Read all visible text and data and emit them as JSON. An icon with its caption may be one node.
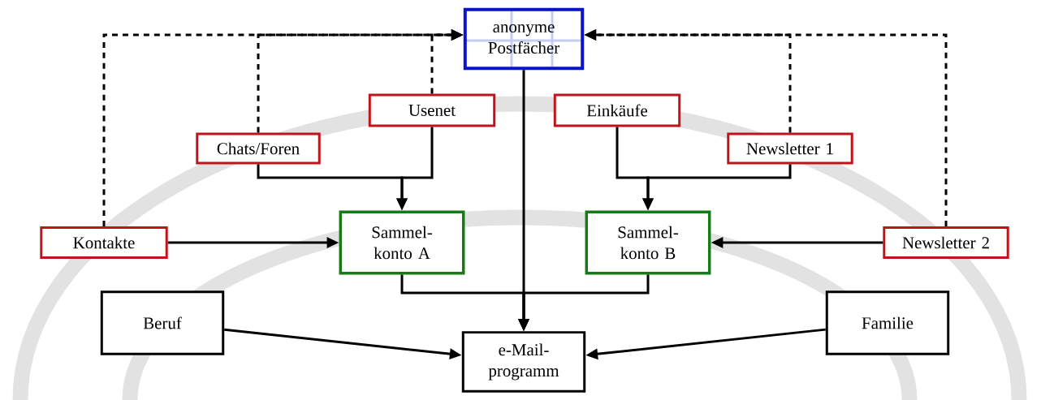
{
  "diagram": {
    "nodes": [
      {
        "text": [
          "anonyme Postfächer"
        ]
      },
      {
        "text": [
          "Chats/Foren"
        ]
      },
      {
        "text": [
          "Usenet"
        ]
      },
      {
        "text": [
          "Einkäufe"
        ]
      },
      {
        "text": [
          "Newsletter 1"
        ]
      },
      {
        "text": [
          "Kontakte"
        ]
      },
      {
        "text": [
          "Sammel- konto A"
        ]
      },
      {
        "text": [
          "Sammel- konto B"
        ]
      },
      {
        "text": [
          "Newsletter 2"
        ]
      },
      {
        "text": [
          "Beruf"
        ]
      },
      {
        "text": [
          "e-Mail- programm"
        ]
      },
      {
        "text": [
          "Familie"
        ]
      }
    ],
    "edges": [
      {
        "from": 1,
        "to": 6,
        "arrow": "to"
      },
      {
        "from": 2,
        "to": 6,
        "arrow": "to"
      },
      {
        "from": 3,
        "to": 7,
        "arrow": "to"
      },
      {
        "from": 4,
        "to": 7,
        "arrow": "to"
      },
      {
        "from": 5,
        "to": 6,
        "arrow": "to"
      },
      {
        "from": 8,
        "to": 7,
        "arrow": "to"
      },
      {
        "from": 0,
        "to": 10,
        "arrow": "to"
      },
      {
        "from": 6,
        "to": 10,
        "arrow": "to"
      },
      {
        "from": 7,
        "to": 10,
        "arrow": "to"
      },
      {
        "from": 9,
        "to": 10,
        "arrow": "to"
      },
      {
        "from": 11,
        "to": 10,
        "arrow": "to"
      },
      {
        "from": 5,
        "to": 0,
        "arrow": "to",
        "style": "dashed"
      },
      {
        "from": 1,
        "to": 0,
        "arrow": "to",
        "style": "dashed"
      },
      {
        "from": 2,
        "to": 0,
        "arrow": "to",
        "style": "dashed"
      },
      {
        "from": 4,
        "to": 0,
        "arrow": "to",
        "style": "dashed"
      },
      {
        "from": 8,
        "to": 0,
        "arrow": "to",
        "style": "dashed"
      }
    ]
  }
}
